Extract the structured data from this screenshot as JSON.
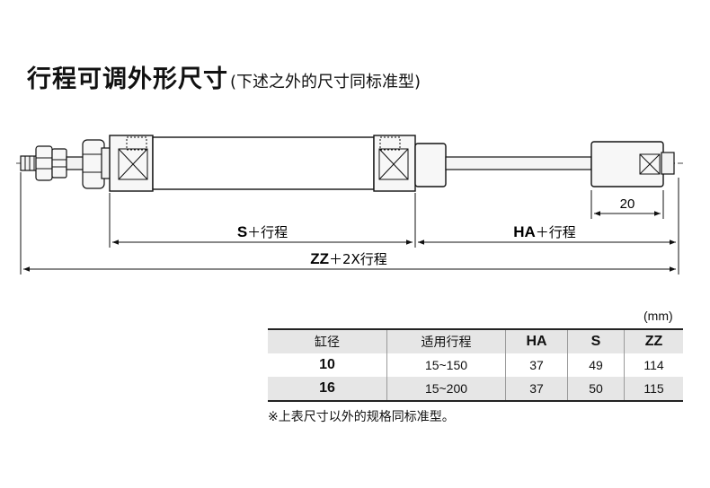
{
  "title": {
    "main": "行程可调外形尺寸",
    "sub": "(下述之外的尺寸同标准型)"
  },
  "drawing": {
    "label_20": "20",
    "dim_s": {
      "bold": "S",
      "rest": "＋行程"
    },
    "dim_ha": {
      "bold": "HA",
      "rest": "＋行程"
    },
    "dim_zz": {
      "bold": "ZZ",
      "rest": "＋2X行程"
    }
  },
  "table": {
    "unit": "(mm)",
    "headers": [
      "缸径",
      "适用行程",
      "HA",
      "S",
      "ZZ"
    ],
    "rows": [
      {
        "bore": "10",
        "stroke": "15~150",
        "ha": "37",
        "s": "49",
        "zz": "114"
      },
      {
        "bore": "16",
        "stroke": "15~200",
        "ha": "37",
        "s": "50",
        "zz": "115"
      }
    ]
  },
  "note": "※上表尺寸以外的规格同标准型。"
}
